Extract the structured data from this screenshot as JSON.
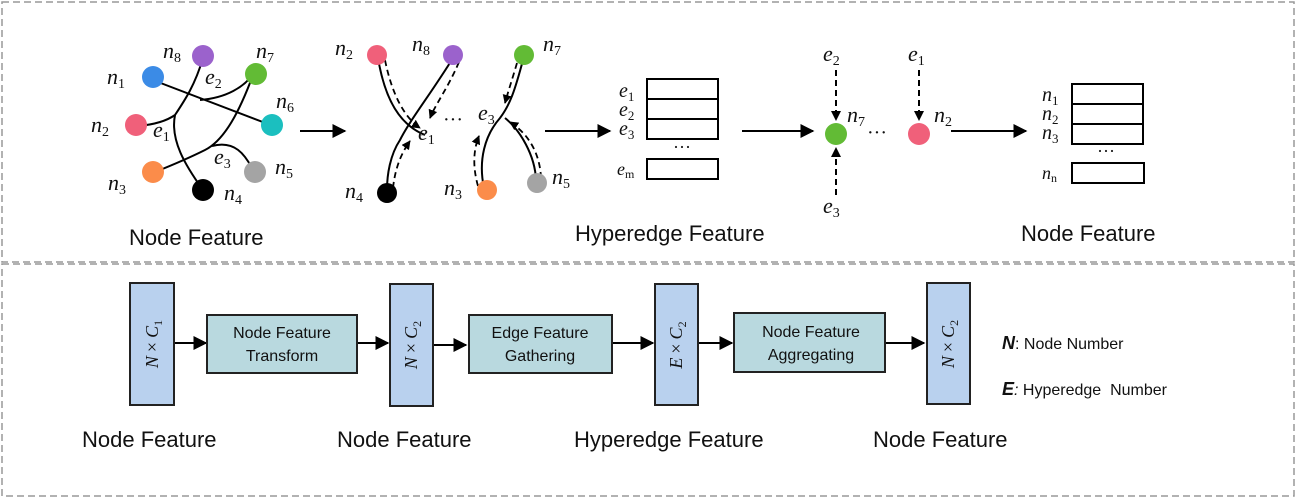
{
  "panels": {
    "top": {
      "captions": [
        "Node Feature",
        "Hyperedge Feature",
        "Node Feature"
      ],
      "hypergraph": {
        "nodes": [
          {
            "id": "n1",
            "label": "n",
            "sub": "1",
            "color": "#3b8be6"
          },
          {
            "id": "n2",
            "label": "n",
            "sub": "2",
            "color": "#f0607a"
          },
          {
            "id": "n3",
            "label": "n",
            "sub": "3",
            "color": "#fb8c4a"
          },
          {
            "id": "n4",
            "label": "n",
            "sub": "4",
            "color": "#000000"
          },
          {
            "id": "n5",
            "label": "n",
            "sub": "5",
            "color": "#a4a4a4"
          },
          {
            "id": "n6",
            "label": "n",
            "sub": "6",
            "color": "#1bbfbf"
          },
          {
            "id": "n7",
            "label": "n",
            "sub": "7",
            "color": "#62bb35"
          },
          {
            "id": "n8",
            "label": "n",
            "sub": "8",
            "color": "#9b62cc"
          }
        ],
        "hyperedges": [
          {
            "id": "e1",
            "label": "e",
            "sub": "1",
            "members": [
              "n2",
              "n8",
              "n4"
            ]
          },
          {
            "id": "e2",
            "label": "e",
            "sub": "2",
            "members": [
              "n1",
              "n6",
              "n7"
            ]
          },
          {
            "id": "e3",
            "label": "e",
            "sub": "3",
            "members": [
              "n7",
              "n3",
              "n5"
            ]
          }
        ]
      },
      "gather": {
        "e1": {
          "label": "e",
          "sub": "1",
          "from": [
            "n2",
            "n8",
            "n4"
          ]
        },
        "ellipsis": "···",
        "e3": {
          "label": "e",
          "sub": "3",
          "from": [
            "n7",
            "n3",
            "n5"
          ]
        }
      },
      "hyperedge_table": {
        "rows": [
          {
            "label": "e",
            "sub": "1"
          },
          {
            "label": "e",
            "sub": "2"
          },
          {
            "label": "e",
            "sub": "3"
          }
        ],
        "ellipsis": "···",
        "last": {
          "label": "e",
          "sub": "m"
        }
      },
      "aggregate": {
        "n7": {
          "label": "n",
          "sub": "7",
          "inputs": [
            {
              "label": "e",
              "sub": "2"
            },
            {
              "label": "e",
              "sub": "3"
            }
          ]
        },
        "ellipsis": "···",
        "n2": {
          "label": "n",
          "sub": "2",
          "inputs": [
            {
              "label": "e",
              "sub": "1"
            }
          ]
        }
      },
      "node_table": {
        "rows": [
          {
            "label": "n",
            "sub": "1"
          },
          {
            "label": "n",
            "sub": "2"
          },
          {
            "label": "n",
            "sub": "3"
          }
        ],
        "ellipsis": "···",
        "last": {
          "label": "n",
          "sub": "n"
        }
      }
    },
    "bottom": {
      "tensors": [
        {
          "rows": "N",
          "sym": "×",
          "cols": "C",
          "sub": "1",
          "caption": "Node Feature"
        },
        {
          "rows": "N",
          "sym": "×",
          "cols": "C",
          "sub": "2",
          "caption": "Node Feature"
        },
        {
          "rows": "E",
          "sym": "×",
          "cols": "C",
          "sub": "2",
          "caption": "Hyperedge Feature"
        },
        {
          "rows": "N",
          "sym": "×",
          "cols": "C",
          "sub": "2",
          "caption": "Node Feature"
        }
      ],
      "operations": [
        {
          "line1": "Node Feature",
          "line2": "Transform"
        },
        {
          "line1": "Edge Feature",
          "line2": "Gathering"
        },
        {
          "line1": "Node Feature",
          "line2": "Aggregating"
        }
      ],
      "legend": [
        {
          "key": "N",
          "sep": ":",
          "text": " Node Number"
        },
        {
          "key": "E",
          "sep": ":",
          "text": " Hyperedge  Number"
        }
      ]
    }
  },
  "colors": {
    "tensor_fill": "#b9d1ee",
    "op_fill": "#b9d9df",
    "frame": "#999999"
  }
}
